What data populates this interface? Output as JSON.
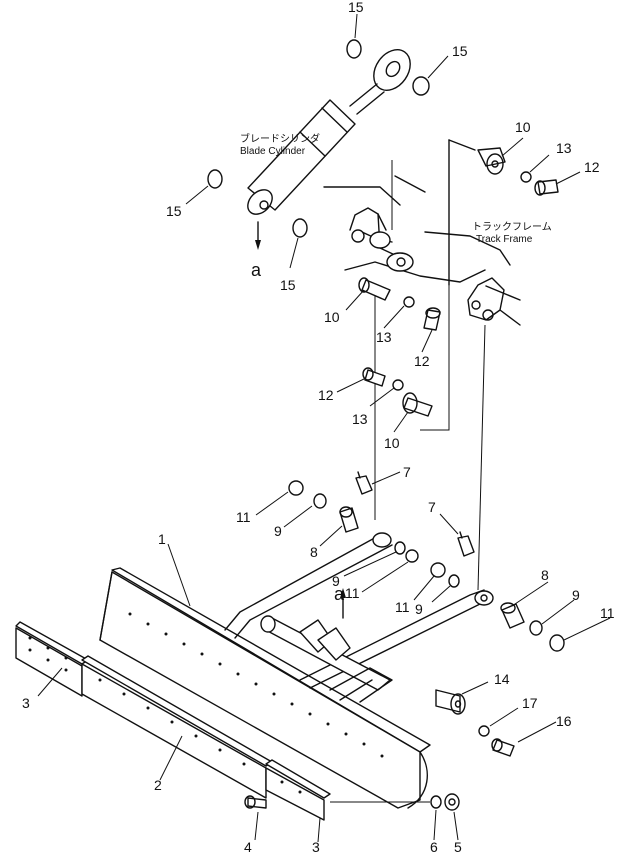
{
  "labels": {
    "blade_cylinder_jp": "ブレードシリンダ",
    "blade_cylinder_en": "Blade Cylinder",
    "track_frame_jp": "トラックフレーム",
    "track_frame_en": "Track Frame",
    "ref_a": "a"
  },
  "callouts": [
    {
      "id": "c15a",
      "text": "15"
    },
    {
      "id": "c15b",
      "text": "15"
    },
    {
      "id": "c15c",
      "text": "15"
    },
    {
      "id": "c15d",
      "text": "15"
    },
    {
      "id": "c10a",
      "text": "10"
    },
    {
      "id": "c13a",
      "text": "13"
    },
    {
      "id": "c12a",
      "text": "12"
    },
    {
      "id": "c10b",
      "text": "10"
    },
    {
      "id": "c13b",
      "text": "13"
    },
    {
      "id": "c12b",
      "text": "12"
    },
    {
      "id": "c12c",
      "text": "12"
    },
    {
      "id": "c13c",
      "text": "13"
    },
    {
      "id": "c10c",
      "text": "10"
    },
    {
      "id": "c7a",
      "text": "7"
    },
    {
      "id": "c11a",
      "text": "11"
    },
    {
      "id": "c9a",
      "text": "9"
    },
    {
      "id": "c8a",
      "text": "8"
    },
    {
      "id": "c7b",
      "text": "7"
    },
    {
      "id": "c1",
      "text": "1"
    },
    {
      "id": "c9b",
      "text": "9"
    },
    {
      "id": "c11b",
      "text": "11"
    },
    {
      "id": "c11c",
      "text": "11"
    },
    {
      "id": "c9c",
      "text": "9"
    },
    {
      "id": "c8b",
      "text": "8"
    },
    {
      "id": "c9d",
      "text": "9"
    },
    {
      "id": "c11d",
      "text": "11"
    },
    {
      "id": "c14",
      "text": "14"
    },
    {
      "id": "c17",
      "text": "17"
    },
    {
      "id": "c16",
      "text": "16"
    },
    {
      "id": "c3a",
      "text": "3"
    },
    {
      "id": "c2",
      "text": "2"
    },
    {
      "id": "c4",
      "text": "4"
    },
    {
      "id": "c3b",
      "text": "3"
    },
    {
      "id": "c6",
      "text": "6"
    },
    {
      "id": "c5",
      "text": "5"
    }
  ]
}
